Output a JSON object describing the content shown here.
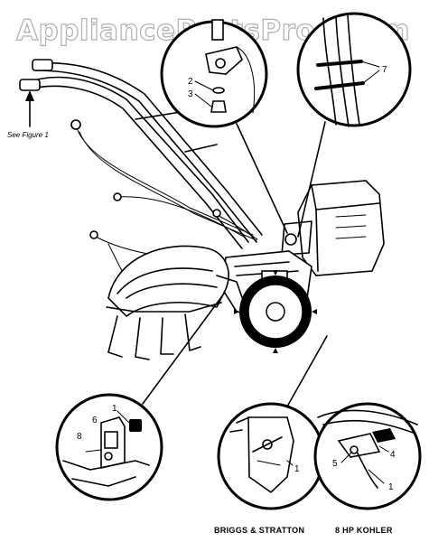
{
  "watermark": "AppliancePartsPros.com",
  "figure_note": "See Figure 1",
  "captions": {
    "briggs": "BRIGGS & STRATTON",
    "kohler": "8 HP KOHLER"
  },
  "callouts": {
    "top_left": [
      "2",
      "3"
    ],
    "top_right": [
      "7"
    ],
    "bottom_left": [
      "1",
      "6",
      "8"
    ],
    "bottom_middle": [
      "1"
    ],
    "bottom_right": [
      "4",
      "5",
      "1"
    ]
  }
}
